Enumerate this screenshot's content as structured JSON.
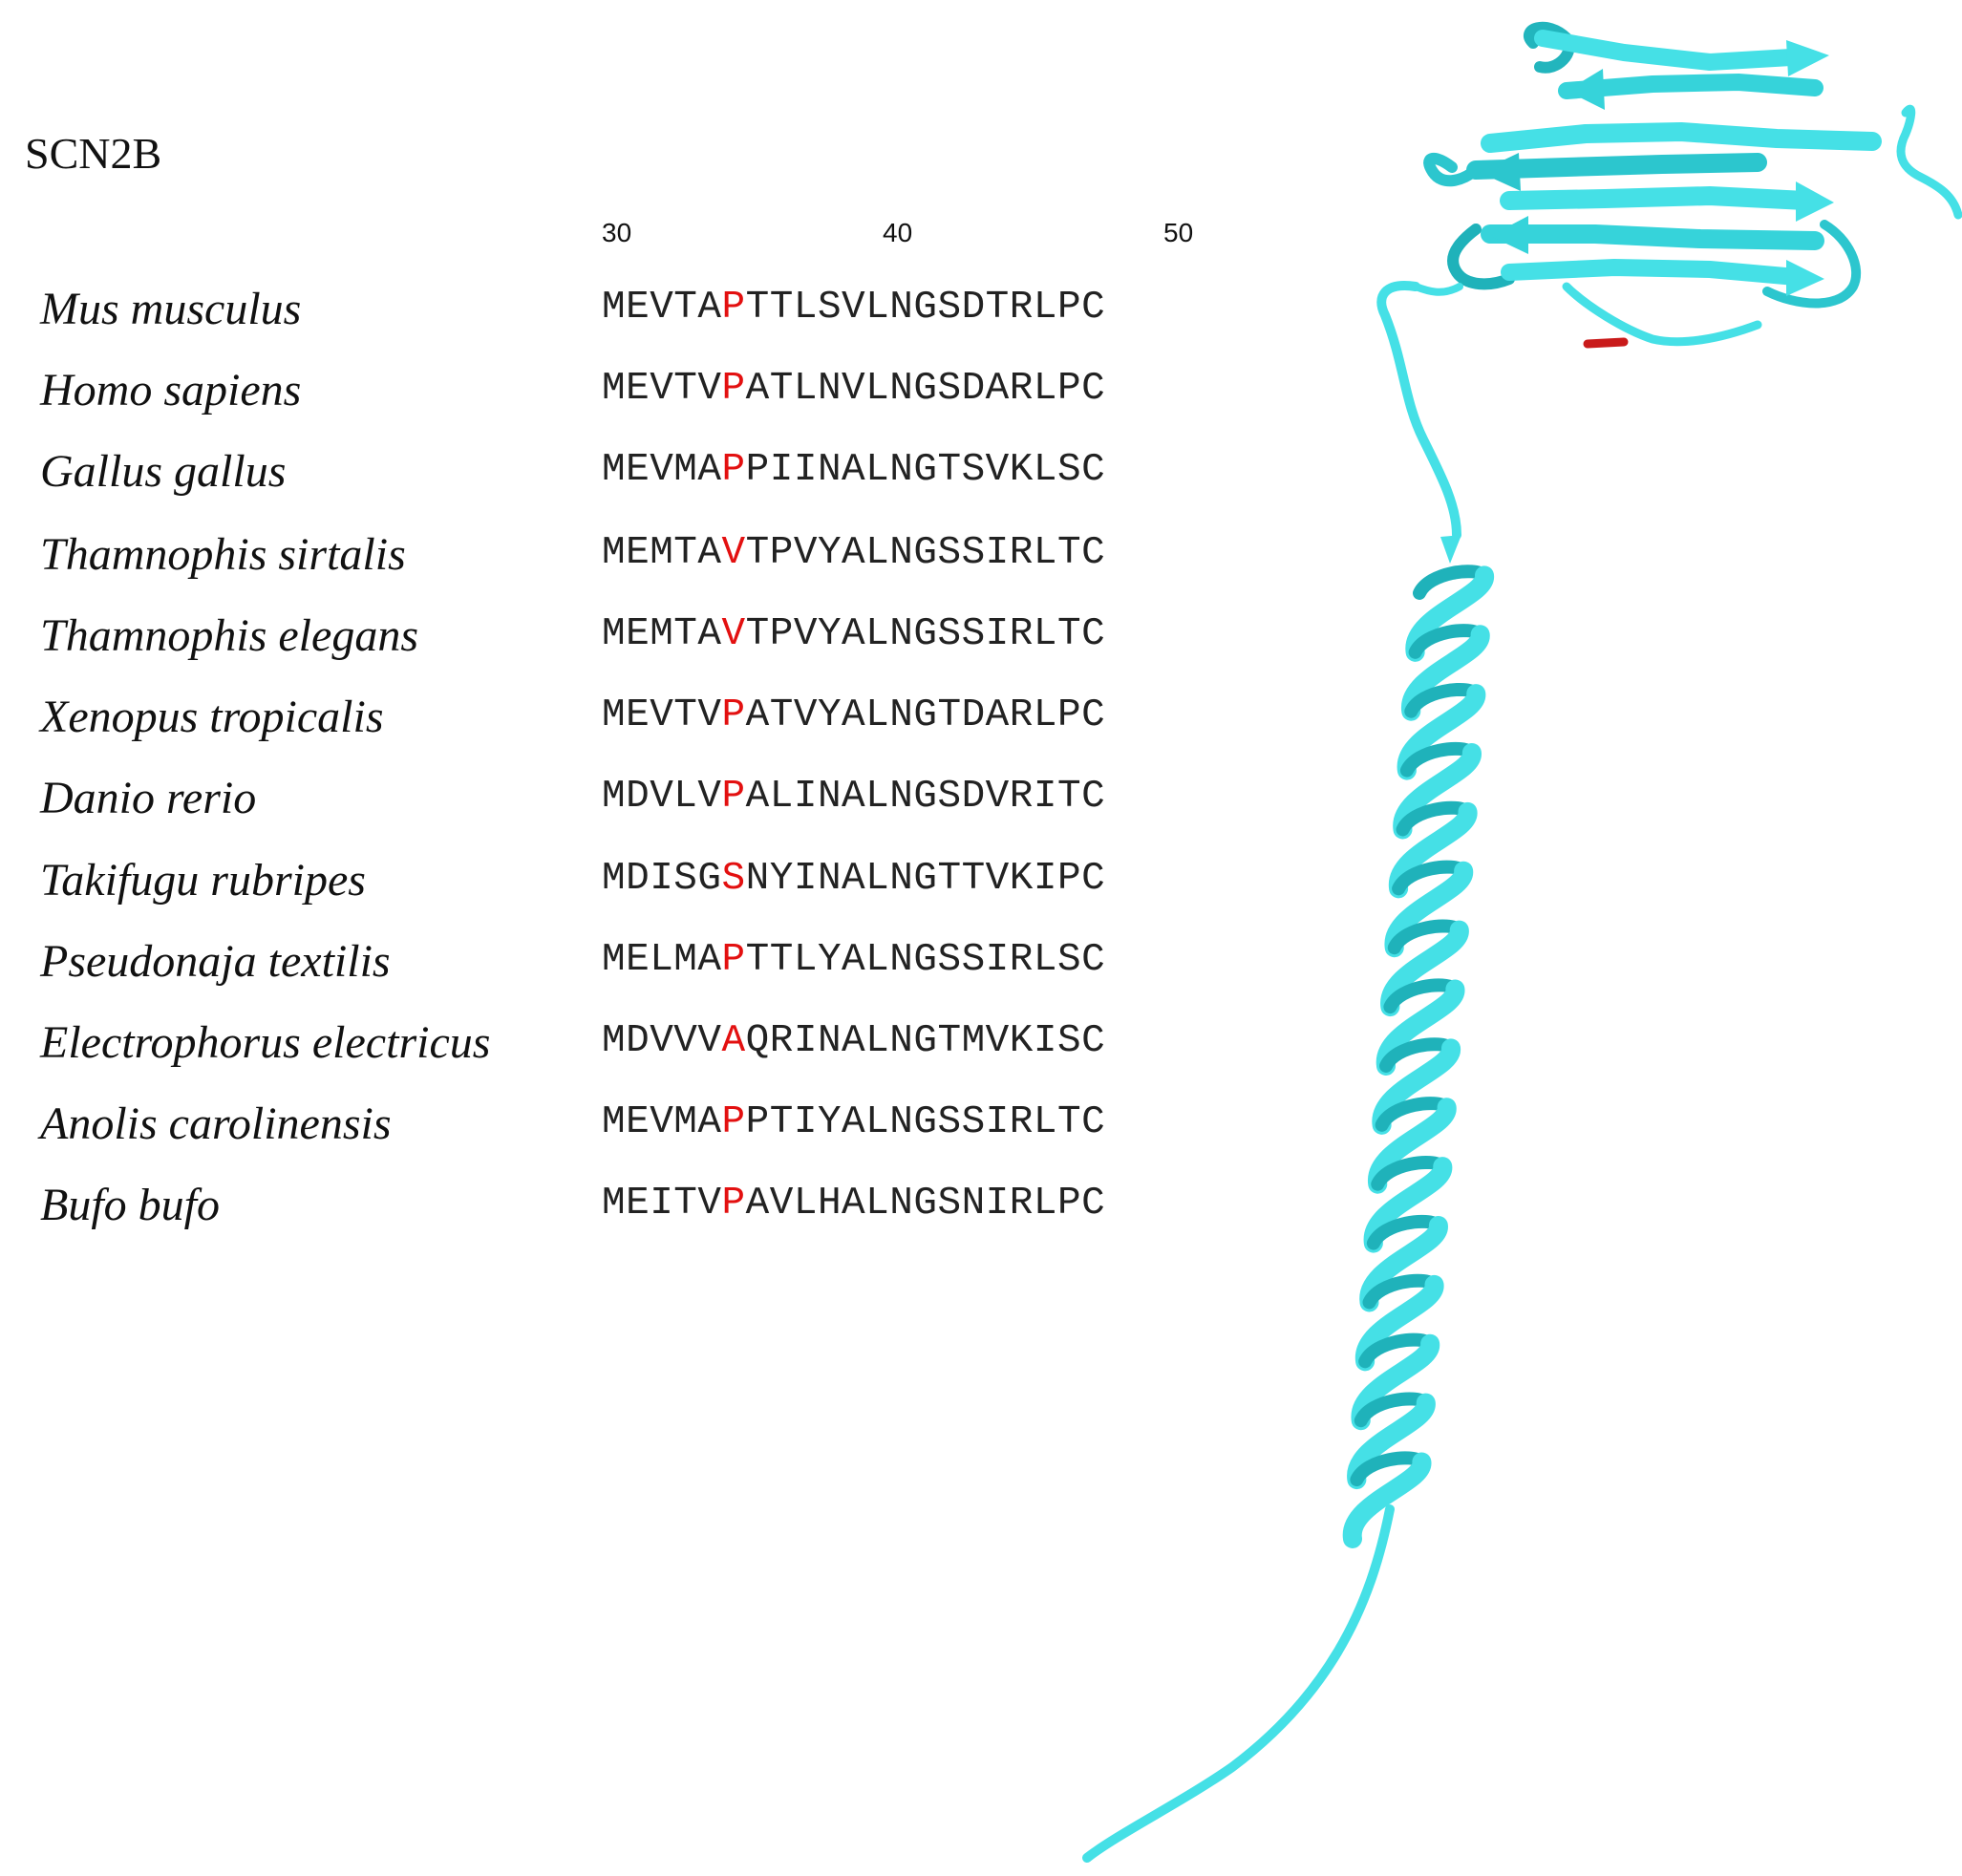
{
  "title": "SCN2B",
  "ruler": [
    "30",
    "40",
    "50"
  ],
  "rows": [
    {
      "species": "Mus musculus",
      "before": "MEVTA",
      "highlight": "P",
      "after": "TTLSVLNGSDTRLPC"
    },
    {
      "species": "Homo sapiens",
      "before": "MEVTV",
      "highlight": "P",
      "after": "ATLNVLNGSDARLPC"
    },
    {
      "species": "Gallus gallus",
      "before": "MEVMA",
      "highlight": "P",
      "after": "PIINALNGTSVKLSC"
    },
    {
      "species": "Thamnophis sirtalis",
      "before": "MEMTA",
      "highlight": "V",
      "after": "TPVYALNGSSIRLTC"
    },
    {
      "species": "Thamnophis elegans",
      "before": "MEMTA",
      "highlight": "V",
      "after": "TPVYALNGSSIRLTC"
    },
    {
      "species": "Xenopus tropicalis",
      "before": "MEVTV",
      "highlight": "P",
      "after": "ATVYALNGTDARLPC"
    },
    {
      "species": "Danio rerio",
      "before": "MDVLV",
      "highlight": "P",
      "after": "ALINALNGSDVRITC"
    },
    {
      "species": "Takifugu rubripes",
      "before": "MDISG",
      "highlight": "S",
      "after": "NYINALNGTTVKIPC"
    },
    {
      "species": "Pseudonaja textilis",
      "before": "MELMA",
      "highlight": "P",
      "after": "TTLYALNGSSIRLSC"
    },
    {
      "species": "Electrophorus electricus",
      "before": "MDVVV",
      "highlight": "A",
      "after": "QRINALNGTMVKISC"
    },
    {
      "species": "Anolis carolinensis",
      "before": "MEVMA",
      "highlight": "P",
      "after": "PTIYALNGSSIRLTC"
    },
    {
      "species": "Bufo bufo",
      "before": "MEITV",
      "highlight": "P",
      "after": "AVLHALNGSNIRLPC"
    }
  ],
  "colors": {
    "ribbon": "#45e0e6",
    "ribbon_shade": "#1fb2ba",
    "highlight": "#e31010"
  }
}
